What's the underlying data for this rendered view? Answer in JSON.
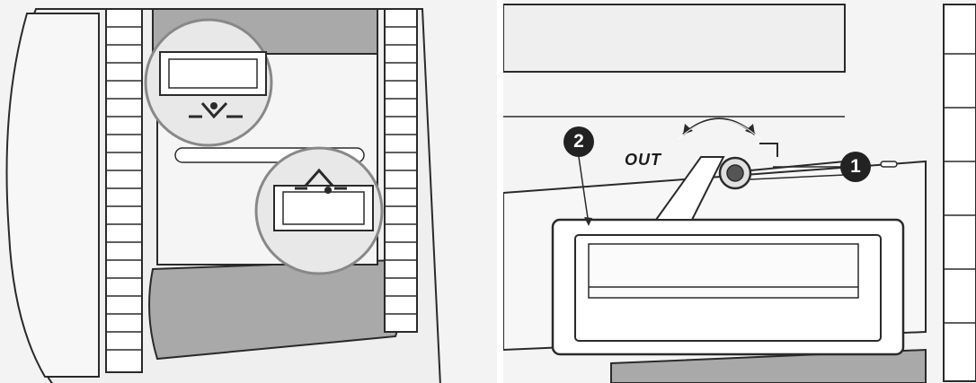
{
  "right_panel": {
    "direction_label": "OUT",
    "callouts": [
      "1",
      "2"
    ]
  },
  "colors": {
    "line_art": "#2a2a2a",
    "roller_gray": "#a9a9a9",
    "callout_fill": "#222222"
  },
  "icons": [
    "rotate-arrow-icon"
  ]
}
